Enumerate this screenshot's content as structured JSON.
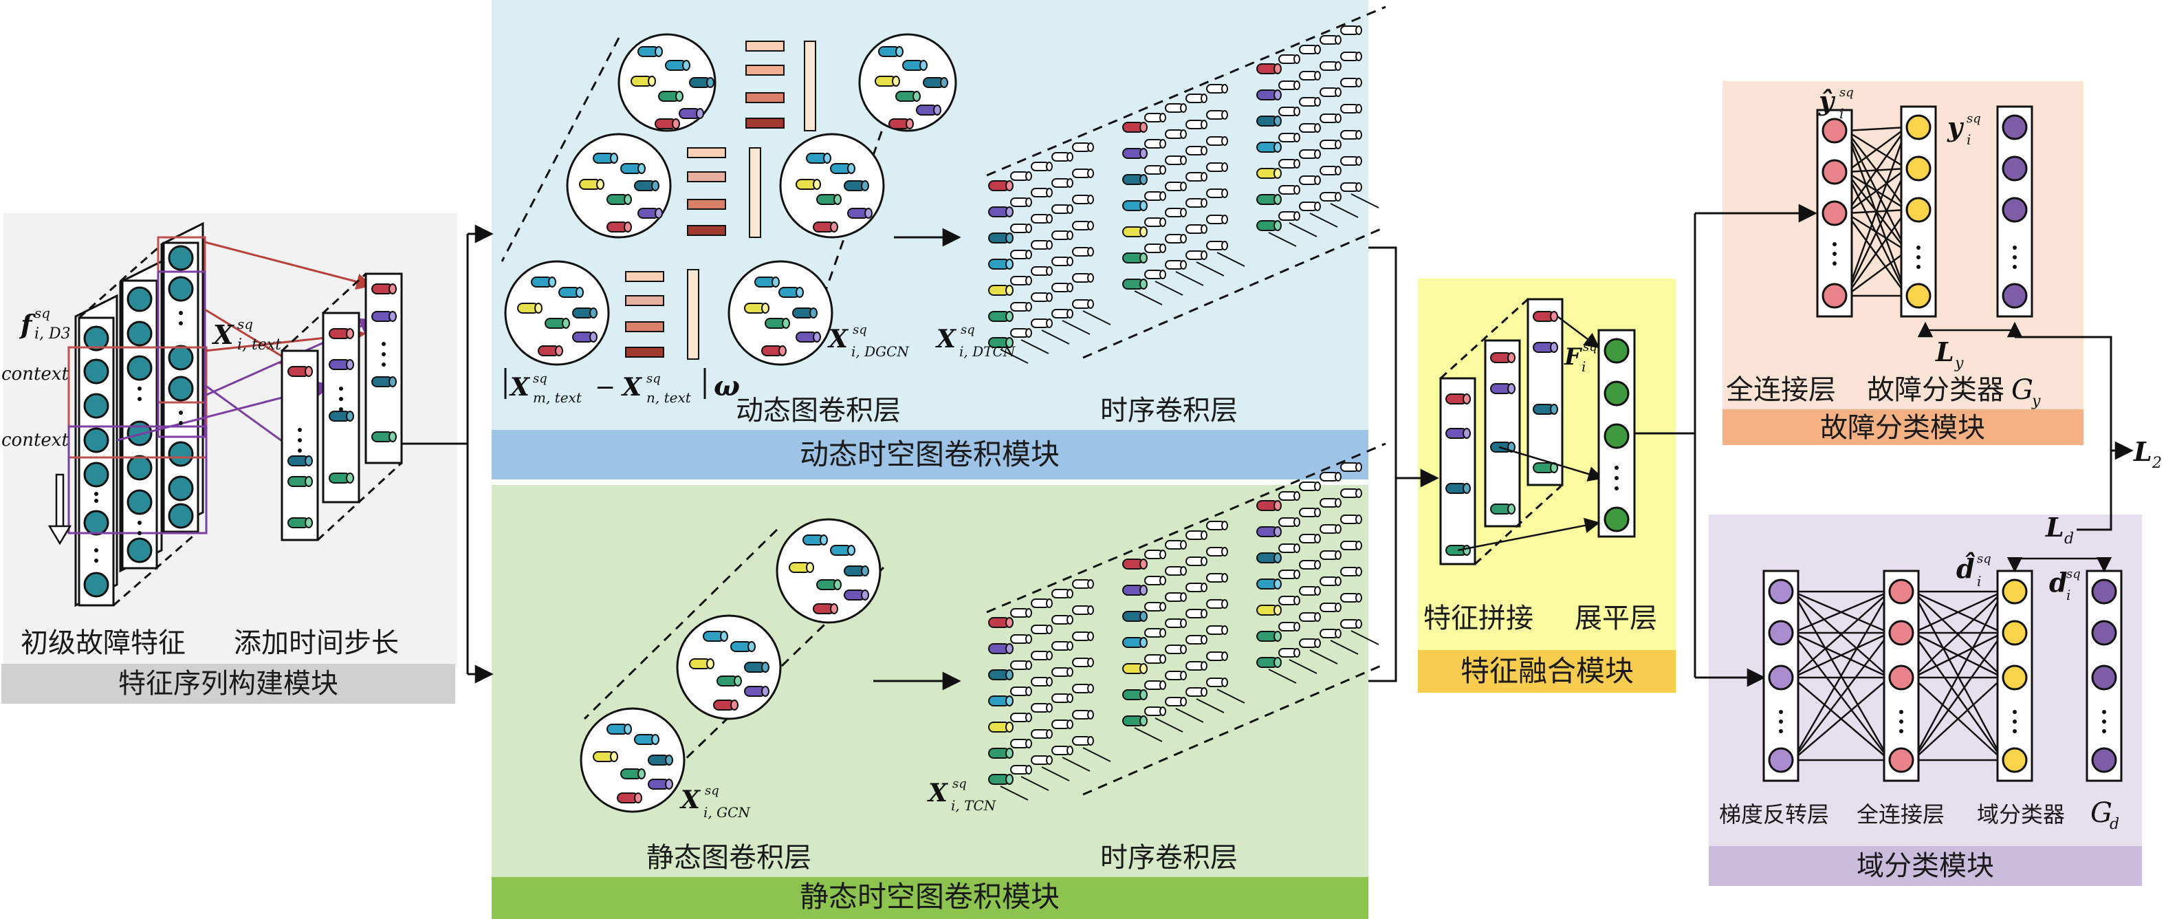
{
  "modules": {
    "feature_seq": {
      "title": "特征序列构建模块",
      "label_initial": "初级故障特征",
      "label_timestep": "添加时间步长",
      "context_1": "context",
      "context_2": "context",
      "math_f": "f",
      "math_f_sub": "i, D3",
      "math_f_sup": "sq",
      "math_x": "X",
      "math_x_sub": "i, text",
      "math_x_sup": "sq"
    },
    "dynamic": {
      "title": "动态时空图卷积模块",
      "label_gcn": "动态图卷积层",
      "label_tcn": "时序卷积层",
      "math_dgcn_sub": "i, DGCN",
      "math_dtcn_sub": "i, DTCN",
      "math_sup": "sq",
      "formula_1": "X",
      "formula_1_sub": "m, text",
      "formula_minus": "−",
      "formula_2": "X",
      "formula_2_sub": "n, text",
      "formula_omega": "ω"
    },
    "static": {
      "title": "静态时空图卷积模块",
      "label_gcn": "静态图卷积层",
      "label_tcn": "时序卷积层",
      "math_gcn_sub": "i, GCN",
      "math_tcn_sub": "i, TCN",
      "math_sup": "sq"
    },
    "fusion": {
      "title": "特征融合模块",
      "label_concat": "特征拼接",
      "label_flatten": "展平层",
      "math_f": "F",
      "math_f_sub": "i",
      "math_f_sup": "sq"
    },
    "fault": {
      "title": "故障分类模块",
      "label_fc": "全连接层",
      "label_classifier": "故障分类器",
      "math_g": "G",
      "math_g_sub": "y",
      "math_yhat": "ŷ",
      "math_y": "y",
      "math_sub": "i",
      "math_sup": "sq",
      "math_ly": "L",
      "math_ly_sub": "y"
    },
    "domain": {
      "title": "域分类模块",
      "label_grl": "梯度反转层",
      "label_fc": "全连接层",
      "label_classifier": "域分类器",
      "math_g": "G",
      "math_g_sub": "d",
      "math_dhat": "d̂",
      "math_d": "d",
      "math_sub": "i",
      "math_sup": "sq",
      "math_ld": "L",
      "math_ld_sub": "d"
    },
    "loss": {
      "l2": "L",
      "l2_sub": "2"
    }
  },
  "colors": {
    "bg_feature": "#f2f2f2",
    "bar_feature": "#d0d0d0",
    "bg_dynamic": "#daeef3",
    "bar_dynamic": "#9dc3e6",
    "bg_static": "#d6e9c6",
    "bar_static": "#8dc450",
    "bg_fusion": "#fafaa0",
    "bar_fusion": "#f7cc4f",
    "bg_fault": "#fbe4d5",
    "bar_fault": "#f4b183",
    "bg_domain": "#e6e0ee",
    "bar_domain": "#c9bcdc",
    "node_teal": "#2a8b96",
    "node_pink": "#e9838a",
    "node_yellow": "#f9d44a",
    "node_purple": "#7d5ea6",
    "node_green": "#3f9a3f"
  }
}
